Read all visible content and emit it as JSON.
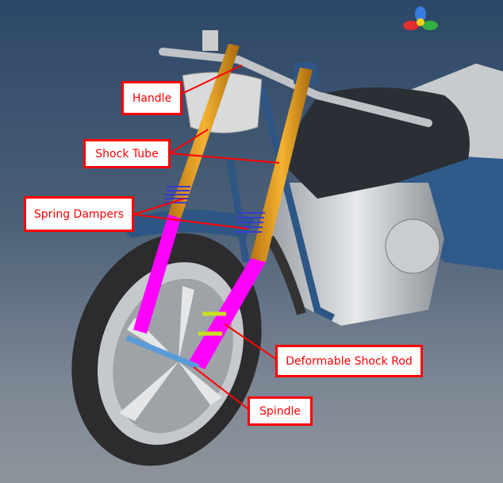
{
  "callouts": {
    "handle": "Handle",
    "shock_tube": "Shock Tube",
    "spring_dampers": "Spring Dampers",
    "deformable_shock_rod": "Deformable Shock Rod",
    "spindle": "Spindle"
  },
  "colors": {
    "callout": "#ff0000",
    "shock_tube": "#e8a020",
    "shock_rod": "#ff00ff",
    "spring": "#3a3ad0",
    "body": "#2e5684",
    "tank": "#2a2f36"
  }
}
